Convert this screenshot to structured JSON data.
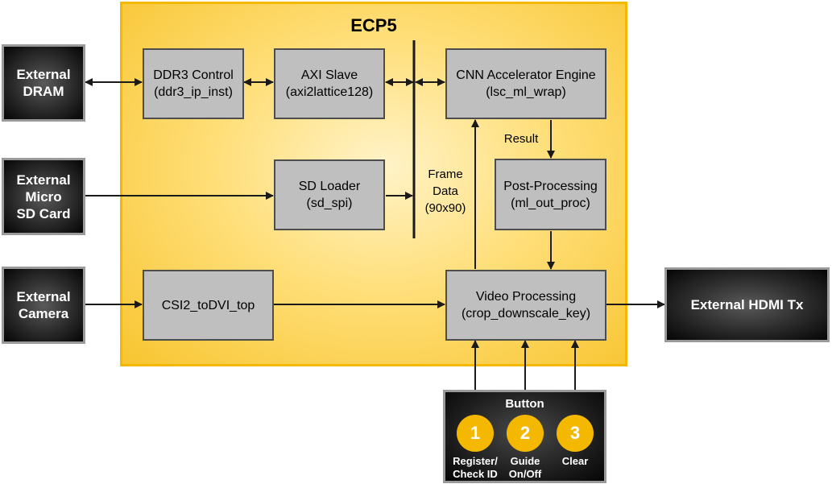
{
  "fpga": {
    "title": "ECP5"
  },
  "blocks": {
    "ddr3": {
      "line1": "DDR3 Control",
      "line2": "(ddr3_ip_inst)"
    },
    "axi": {
      "line1": "AXI Slave",
      "line2": "(axi2lattice128)"
    },
    "cnn": {
      "line1": "CNN Accelerator Engine",
      "line2": "(lsc_ml_wrap)"
    },
    "sd": {
      "line1": "SD Loader",
      "line2": "(sd_spi)"
    },
    "post": {
      "line1": "Post-Processing",
      "line2": "(ml_out_proc)"
    },
    "csi": {
      "line1": "CSI2_toDVI_top"
    },
    "video": {
      "line1": "Video Processing",
      "line2": "(crop_downscale_key)"
    }
  },
  "external": {
    "dram": {
      "line1": "External",
      "line2": "DRAM"
    },
    "sdcard": {
      "line1": "External",
      "line2": "Micro",
      "line3": "SD Card"
    },
    "camera": {
      "line1": "External",
      "line2": "Camera"
    },
    "hdmi": {
      "line1": "External HDMI Tx"
    }
  },
  "labels": {
    "frame_data": {
      "line1": "Frame",
      "line2": "Data",
      "line3": "(90x90)"
    },
    "result": "Result"
  },
  "buttons": {
    "title": "Button",
    "items": [
      {
        "number": "1",
        "line1": "Register/",
        "line2": "Check ID"
      },
      {
        "number": "2",
        "line1": "Guide",
        "line2": "On/Off"
      },
      {
        "number": "3",
        "line1": "Clear",
        "line2": ""
      }
    ]
  },
  "colors": {
    "fpga_fill": "#ffdf7a",
    "fpga_border": "#f5b800",
    "block_fill": "#bfbfbf",
    "button_accent": "#f5b800"
  }
}
